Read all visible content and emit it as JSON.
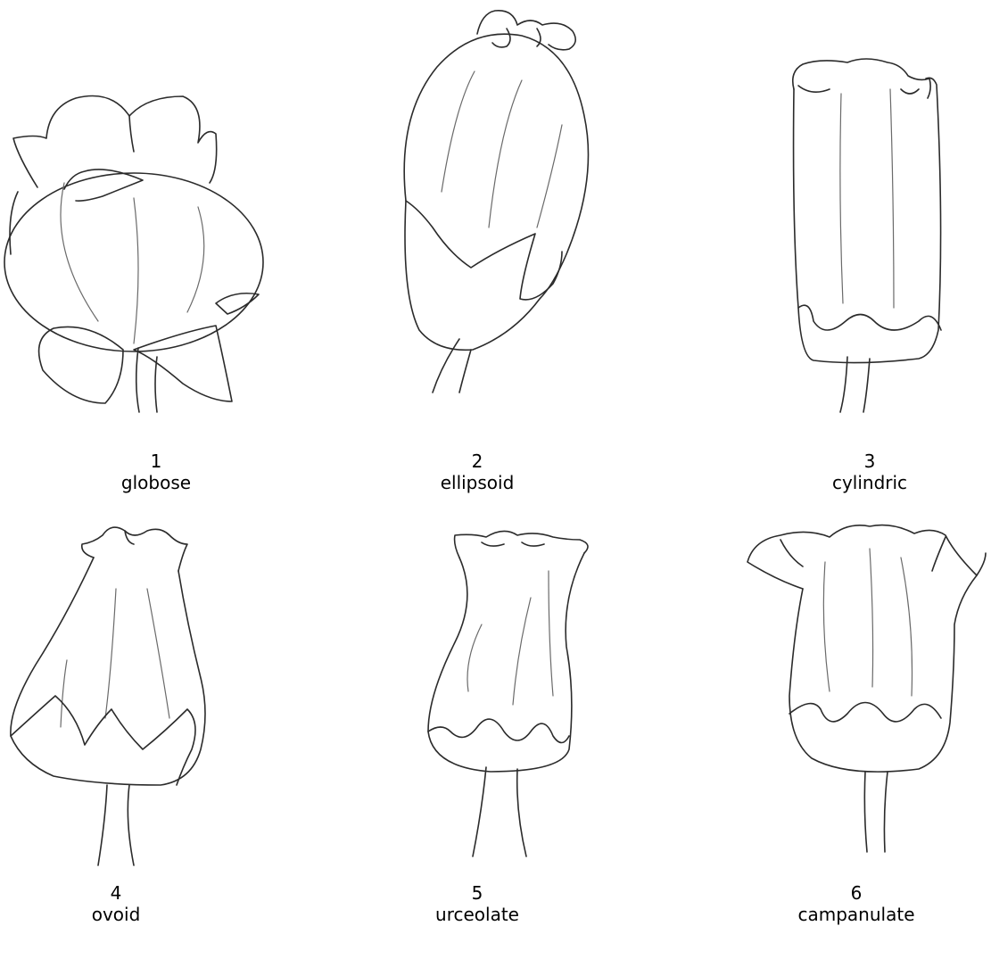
{
  "figures": [
    {
      "number": "1",
      "name": "globose"
    },
    {
      "number": "2",
      "name": "ellipsoid"
    },
    {
      "number": "3",
      "name": "cylindric"
    },
    {
      "number": "4",
      "name": "ovoid"
    },
    {
      "number": "5",
      "name": "urceolate"
    },
    {
      "number": "6",
      "name": "campanulate"
    }
  ]
}
